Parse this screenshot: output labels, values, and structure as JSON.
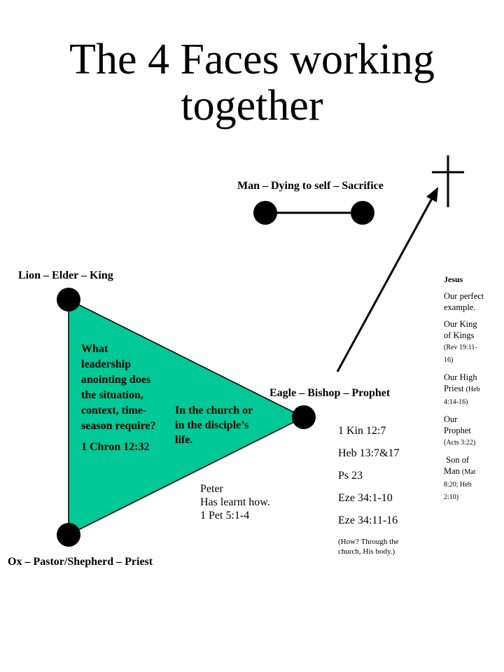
{
  "title": {
    "line1": "The 4 Faces working",
    "line2": "together"
  },
  "labels": {
    "man": "Man – Dying to self – Sacrifice",
    "lion": "Lion – Elder – King",
    "eagle": "Eagle – Bishop – Prophet",
    "ox": "Ox – Pastor/Shepherd – Priest"
  },
  "triangle": {
    "question_lines": [
      "What",
      "leadership",
      "anointing does",
      "the situation,",
      "context, time-",
      "season require?"
    ],
    "reference": "1 Chron 12:32",
    "context_lines": [
      "In the church or",
      "in the disciple’s",
      "life."
    ],
    "fill_color": "#00c896"
  },
  "peter": {
    "lines": [
      "Peter",
      "Has learnt how.",
      "1 Pet 5:1-4"
    ]
  },
  "references": {
    "items": [
      "1 Kin 12:7",
      "Heb 13:7&17",
      "Ps 23",
      "Eze 34:1-10",
      "Eze 34:11-16"
    ],
    "note_lines": [
      "(How? Through the",
      "church, His body.)"
    ]
  },
  "jesus": {
    "heading": "Jesus",
    "items": [
      {
        "lines": [
          "Our perfect",
          "example."
        ]
      },
      {
        "lines": [
          "Our King",
          "of Kings"
        ],
        "ref_lines": [
          "(Rev 19:11-",
          "16)"
        ]
      },
      {
        "lines": [
          "Our High",
          "Priest"
        ],
        "ref_inline": "(Heb",
        "ref_lines": [
          "4:14-16)"
        ]
      },
      {
        "lines": [
          "Our",
          "Prophet"
        ],
        "ref_lines": [
          "(Acts 3:22)"
        ]
      },
      {
        "lines": [
          " Son of",
          "Man"
        ],
        "ref_inline": "(Mat",
        "ref_lines": [
          "8:20; Heb",
          "2:10)"
        ]
      }
    ]
  }
}
